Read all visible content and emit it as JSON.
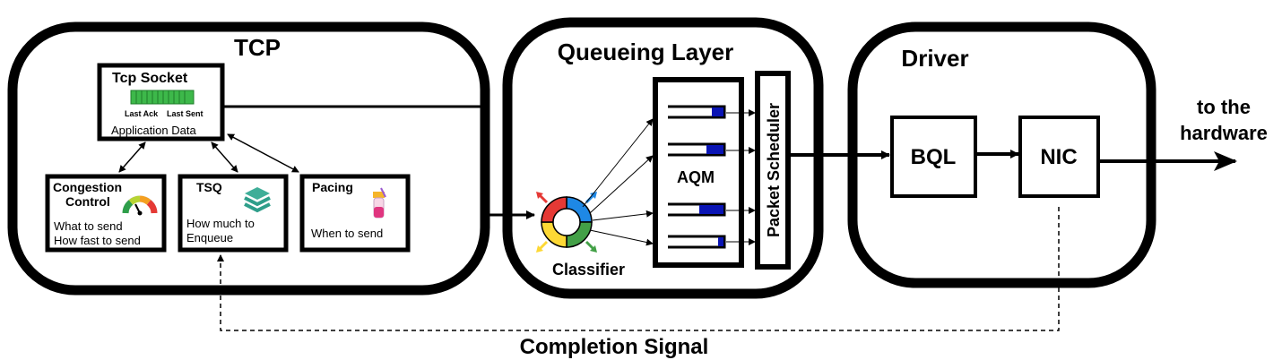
{
  "tcp": {
    "title": "TCP",
    "socket": {
      "title": "Tcp Socket",
      "last_ack": "Last Ack",
      "last_sent": "Last Sent",
      "app_data": "Application Data"
    },
    "congestion": {
      "title_line1": "Congestion",
      "title_line2": "Control",
      "line1": "What to send",
      "line2": "How fast to send",
      "icon": "gauge-icon"
    },
    "tsq": {
      "title": "TSQ",
      "line1": "How much to",
      "line2": "Enqueue",
      "icon": "layers-icon"
    },
    "pacing": {
      "title": "Pacing",
      "line1": "When to send",
      "icon": "flask-icon"
    }
  },
  "queueing": {
    "title": "Queueing Layer",
    "classifier": "Classifier",
    "aqm": "AQM",
    "scheduler": "Packet Scheduler"
  },
  "driver": {
    "title": "Driver",
    "bql": "BQL",
    "nic": "NIC"
  },
  "hardware": {
    "line1": "to the",
    "line2": "hardware"
  },
  "completion_signal": "Completion Signal",
  "colors": {
    "stroke": "#000000",
    "queue_packet": "#0a14b4",
    "buffer_green": "#3db84a",
    "classifier": [
      "#e53935",
      "#1e88e5",
      "#43a047",
      "#fdd835"
    ],
    "tsq_layers": "#2e9e8a"
  }
}
